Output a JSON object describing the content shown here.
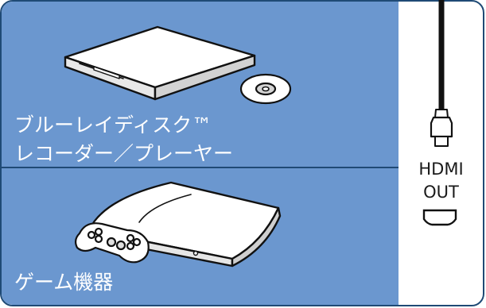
{
  "labels": {
    "bluray_line1": "ブルーレイディスク™",
    "bluray_line2": "レコーダー／プレーヤー",
    "game": "ゲーム機器",
    "hdmi_line1": "HDMI",
    "hdmi_line2": "OUT"
  },
  "colors": {
    "panel": "#6b97cf",
    "border": "#1f4a75",
    "line": "#111111"
  },
  "icons": [
    "bluray-player-icon",
    "disc-icon",
    "game-console-icon",
    "controller-icon",
    "hdmi-cable-icon",
    "hdmi-port-icon"
  ]
}
